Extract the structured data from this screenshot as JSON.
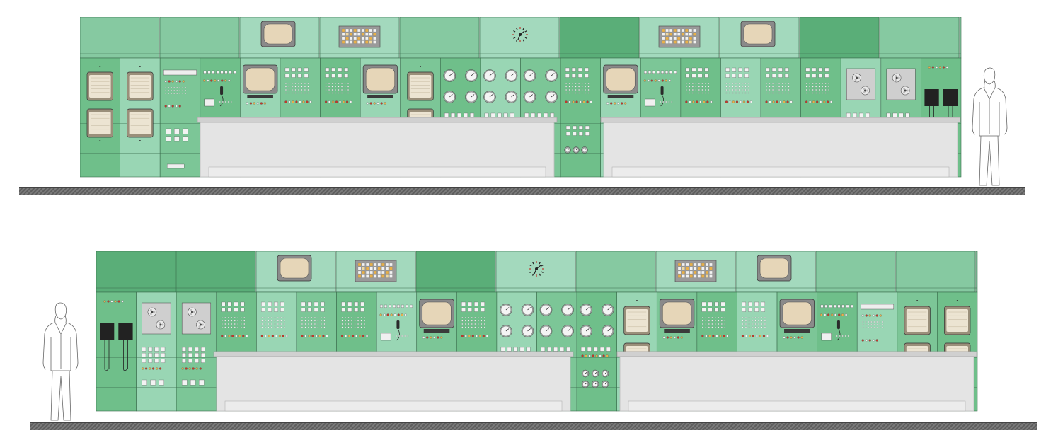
{
  "elevations": [
    {
      "id": "front",
      "header_pattern": [
        "m",
        "m",
        "s",
        "s",
        "m",
        "s",
        "d",
        "s",
        "s",
        "d",
        "m",
        "m"
      ],
      "bay_pattern": [
        "strip",
        "strip",
        "recorder",
        "comm",
        "scope",
        "panel",
        "panel",
        "scope",
        "strip",
        "gauges",
        "gauges",
        "gauges",
        "panel",
        "scope",
        "comm",
        "panel",
        "panel",
        "panel",
        "panel",
        "reels",
        "reels",
        "relay"
      ],
      "header_items": [
        {
          "kind": "crt",
          "slot": 2
        },
        {
          "kind": "lamps",
          "slot": 3
        },
        {
          "kind": "clock",
          "slot": 5
        },
        {
          "kind": "lamps",
          "slot": 7
        },
        {
          "kind": "crt",
          "slot": 8
        }
      ],
      "desk_count": 2,
      "person_side": "right"
    },
    {
      "id": "rear",
      "header_pattern": [
        "d",
        "d",
        "s",
        "s",
        "d",
        "s",
        "m",
        "s",
        "s",
        "m",
        "m",
        "m"
      ],
      "bay_pattern": [
        "relay",
        "reels",
        "reels",
        "panel",
        "panel",
        "panel",
        "panel",
        "comm",
        "scope",
        "panel",
        "gauges",
        "gauges",
        "gauges",
        "strip",
        "scope",
        "panel",
        "panel",
        "scope",
        "comm",
        "recorder",
        "strip",
        "strip"
      ],
      "header_items": [
        {
          "kind": "crt",
          "slot": 2
        },
        {
          "kind": "lamps",
          "slot": 3
        },
        {
          "kind": "clock",
          "slot": 5
        },
        {
          "kind": "lamps",
          "slot": 7
        },
        {
          "kind": "crt",
          "slot": 8
        }
      ],
      "desk_count": 2,
      "person_side": "left"
    }
  ],
  "colors": {
    "panel_mid": "#6fbf8a",
    "panel_light": "#99d6b4",
    "panel_dark": "#5aae78",
    "header_light": "#a3d9bd",
    "header_mid": "#86c9a1",
    "desk": "#e4e4e4",
    "desk_edge": "#bdbdbd",
    "crt_frame": "#8a8a8a",
    "crt_screen": "#e6d6b8",
    "lamp_amber": "#e8b04a",
    "lamp_red": "#c0392b",
    "lamp_white": "#f2f2f2",
    "floor": "#6b6b6b",
    "outline": "#3a6b4c"
  },
  "icons": [
    "crt-monitor-icon",
    "clock-icon",
    "lamp-matrix-icon",
    "reel-to-reel-icon",
    "dial-gauge-icon",
    "telephone-handset-icon",
    "chart-recorder-icon",
    "standing-person-icon"
  ]
}
